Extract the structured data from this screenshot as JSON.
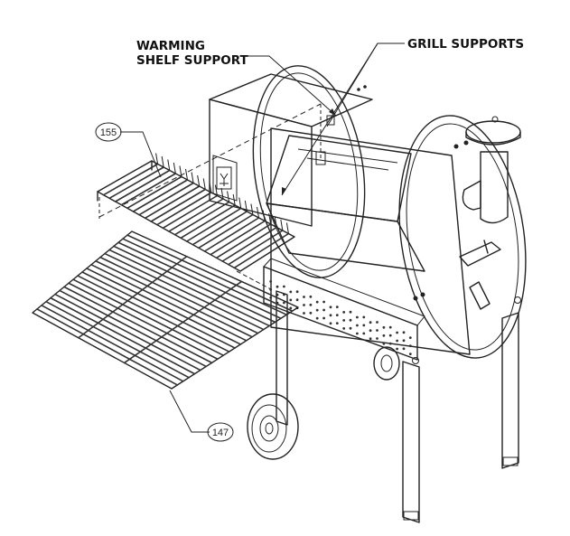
{
  "labels": {
    "warming_line1": "WARMING",
    "warming_line2": "SHELF SUPPORT",
    "grill_supports": "GRILL SUPPORTS"
  },
  "callouts": {
    "warming_shelf_part": "155",
    "grill_grate_part": "147"
  },
  "colors": {
    "line": "#222222",
    "panel": "#e6e6e6",
    "panel_dark": "#c9c9c9",
    "background": "#ffffff"
  }
}
